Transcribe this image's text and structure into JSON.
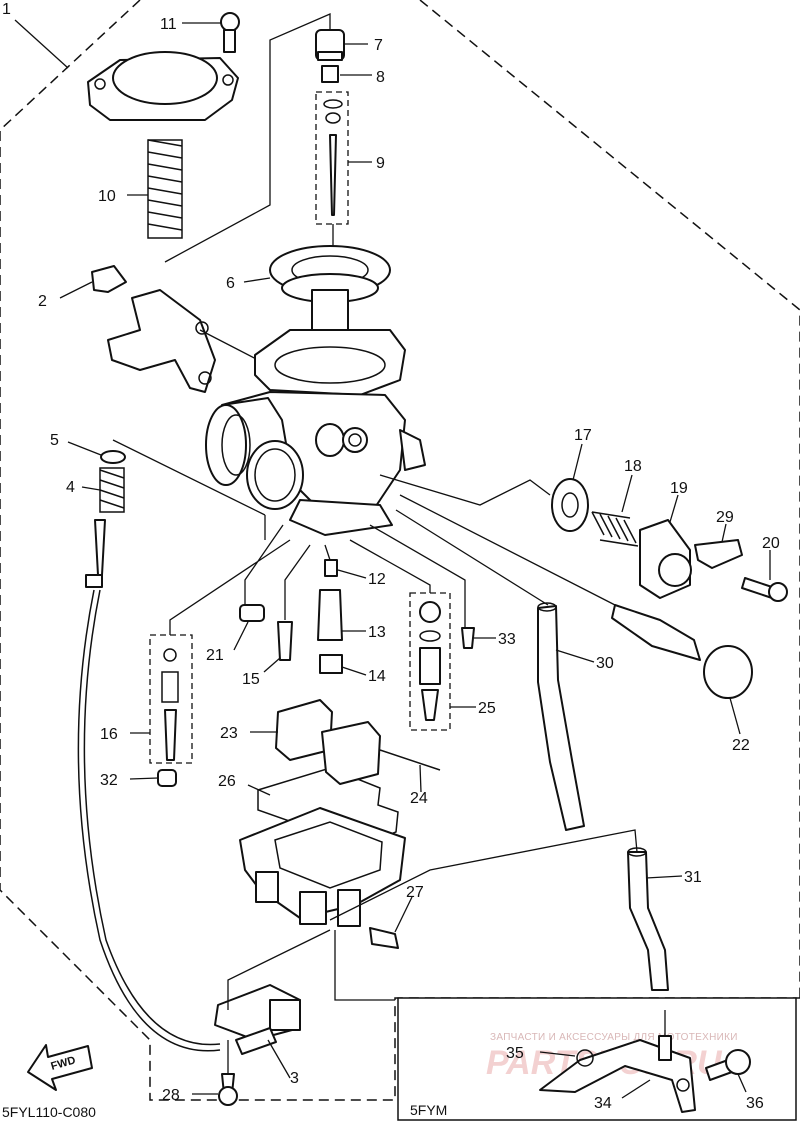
{
  "diagram": {
    "code": "5FYL110-C080",
    "inset_label": "5FYM",
    "fwd_label": "FWD",
    "watermark_caption": "ЗАПЧАСТИ И АКСЕССУАРЫ ДЛЯ МОТОТЕХНИКИ",
    "watermark_brand": "PARTSTOP.RU",
    "callouts": [
      {
        "n": "1"
      },
      {
        "n": "2"
      },
      {
        "n": "3"
      },
      {
        "n": "4"
      },
      {
        "n": "5"
      },
      {
        "n": "6"
      },
      {
        "n": "7"
      },
      {
        "n": "8"
      },
      {
        "n": "9"
      },
      {
        "n": "10"
      },
      {
        "n": "11"
      },
      {
        "n": "12"
      },
      {
        "n": "13"
      },
      {
        "n": "14"
      },
      {
        "n": "15"
      },
      {
        "n": "16"
      },
      {
        "n": "17"
      },
      {
        "n": "18"
      },
      {
        "n": "19"
      },
      {
        "n": "20"
      },
      {
        "n": "21"
      },
      {
        "n": "22"
      },
      {
        "n": "23"
      },
      {
        "n": "24"
      },
      {
        "n": "25"
      },
      {
        "n": "26"
      },
      {
        "n": "27"
      },
      {
        "n": "28"
      },
      {
        "n": "29"
      },
      {
        "n": "30"
      },
      {
        "n": "31"
      },
      {
        "n": "32"
      },
      {
        "n": "33"
      },
      {
        "n": "34"
      },
      {
        "n": "35"
      },
      {
        "n": "36"
      }
    ]
  }
}
